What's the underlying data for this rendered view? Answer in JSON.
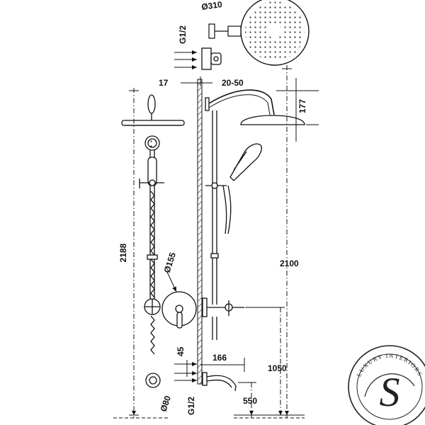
{
  "dimensions": {
    "head_diameter": "Ø310",
    "thread_top": "G1/2",
    "wall_offset": "17",
    "arm_range": "20-50",
    "head_drop": "177",
    "total_height": "2188",
    "mixer_height": "2100",
    "mixer_plate": "Ø155",
    "spout_offset": "45",
    "spout_length": "166",
    "spout_height": "1050",
    "floor_height": "550",
    "thread_bottom": "G1/2",
    "flange_diameter": "Ø80"
  },
  "logo": {
    "ring_text": "LUXURY INTERIORS",
    "monogram": "S"
  },
  "colors": {
    "line": "#111111",
    "background": "#ffffff"
  }
}
